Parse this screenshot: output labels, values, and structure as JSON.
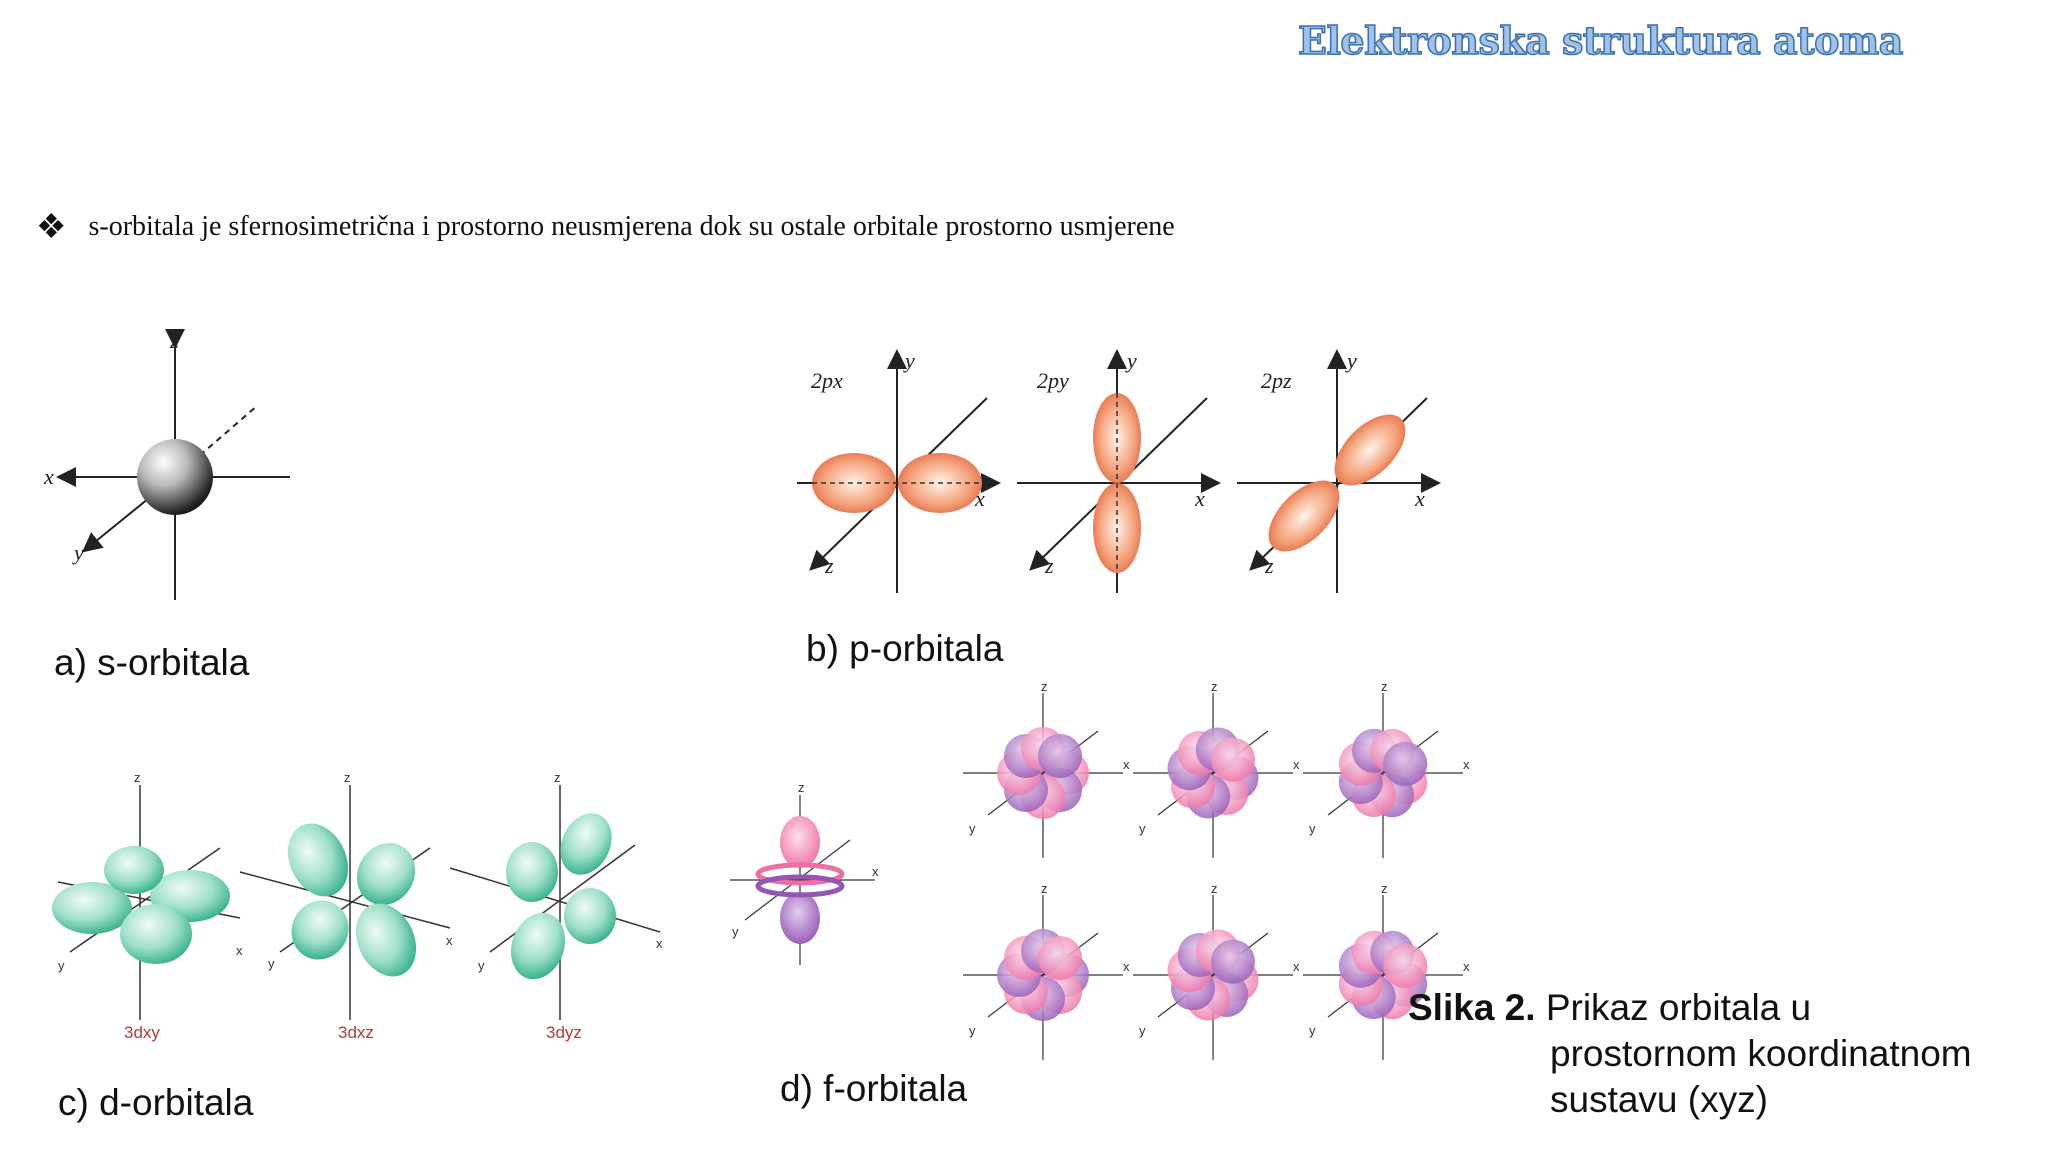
{
  "title": "Elektronska struktura atoma",
  "bullet": {
    "icon": "four-diamond-bullet-icon",
    "text": "s-orbitala je sfernosimetrična i prostorno neusmjerena dok su ostale orbitale prostorno usmjerene"
  },
  "panels": {
    "s": {
      "caption": "a) s-orbitala",
      "axes": {
        "x": "x",
        "y": "y",
        "z": "z"
      }
    },
    "p": {
      "caption": "b) p-orbitala",
      "labels": [
        "2px",
        "2py",
        "2pz"
      ],
      "axes": {
        "x": "x",
        "y": "y",
        "z": "z"
      }
    },
    "d": {
      "caption": "c) d-orbitala",
      "labels": [
        "3dxy",
        "3dxz",
        "3dyz"
      ],
      "axes": {
        "x": "x",
        "y": "y",
        "z": "z"
      }
    },
    "f": {
      "caption": "d) f-orbitala",
      "axes": {
        "x": "x",
        "y": "y",
        "z": "z"
      }
    }
  },
  "figure_caption": {
    "bold": "Slika 2.",
    "line1": "Prikaz orbitala u",
    "line2": "prostornom koordinatnom",
    "line3": "sustavu (xyz)"
  },
  "colors": {
    "title_fill": "#9fc3e8",
    "p_lobe": "#f08a5d",
    "d_lobe": "#4fc3a0",
    "f_pink": "#f06fa5",
    "f_purple": "#9b59b6"
  }
}
